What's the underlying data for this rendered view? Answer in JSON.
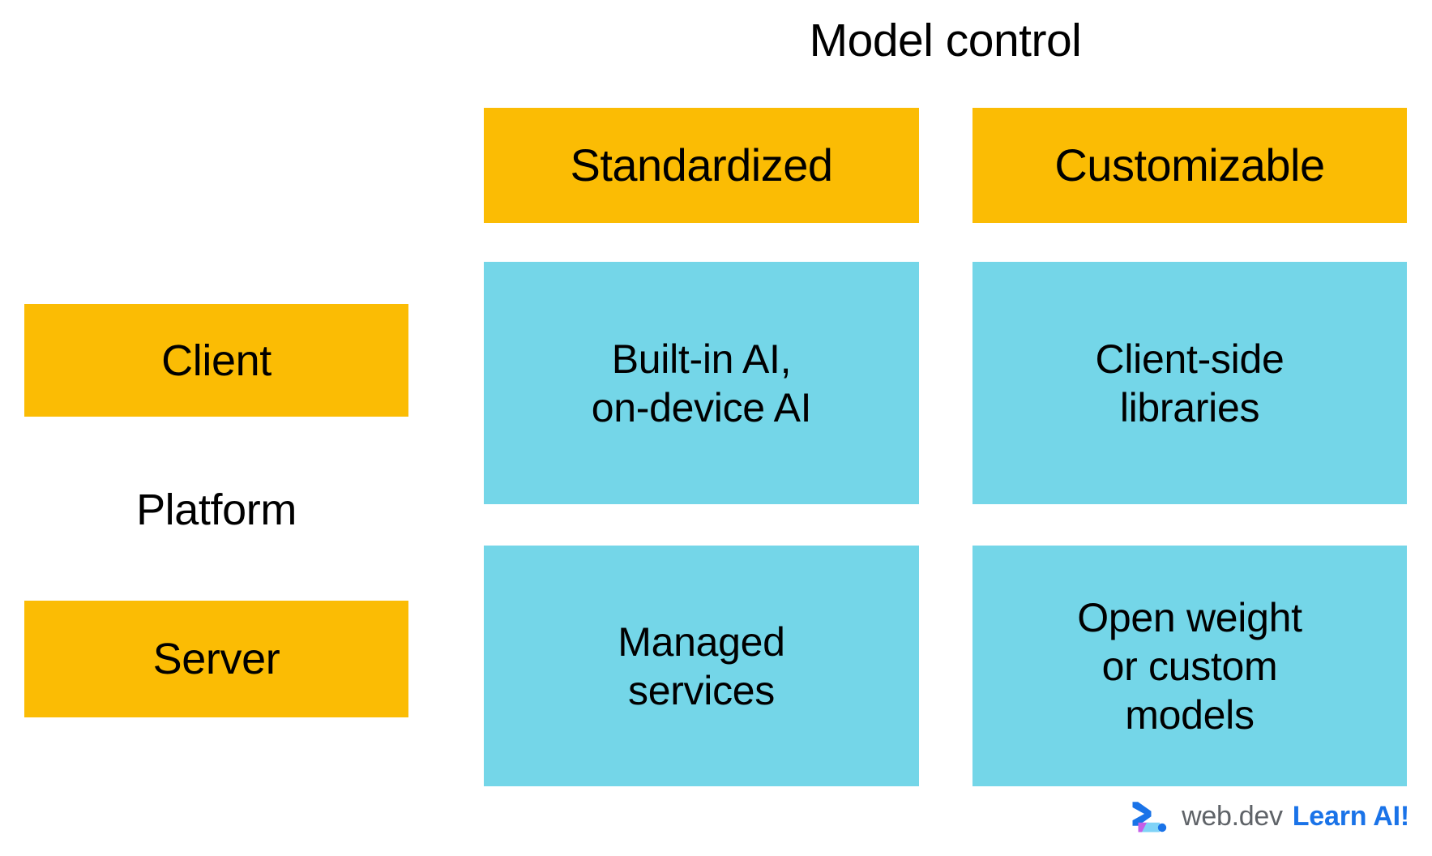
{
  "diagram": {
    "title": "Model control",
    "axis_label_vertical": "Platform",
    "columns": [
      {
        "key": "standardized",
        "label": "Standardized"
      },
      {
        "key": "customizable",
        "label": "Customizable"
      }
    ],
    "rows": [
      {
        "key": "client",
        "label": "Client"
      },
      {
        "key": "server",
        "label": "Server"
      }
    ],
    "cells": {
      "client_standardized": "Built-in AI,\non-device AI",
      "client_customizable": "Client-side\nlibraries",
      "server_standardized": "Managed\nservices",
      "server_customizable": "Open weight\nor custom\nmodels"
    }
  },
  "footer": {
    "logo_icon": "webdev-chevron-logo",
    "brand": "web.dev",
    "tagline": "Learn AI!"
  },
  "colors": {
    "header_yellow": "#FBBC04",
    "cell_cyan": "#74D6E8",
    "text_black": "#000000",
    "brand_gray": "#5F6368",
    "brand_blue": "#1A73E8",
    "logo_blue": "#1A73E8",
    "logo_magenta": "#C45FE8",
    "logo_lightblue": "#7FD3F7",
    "background": "#FFFFFF"
  }
}
